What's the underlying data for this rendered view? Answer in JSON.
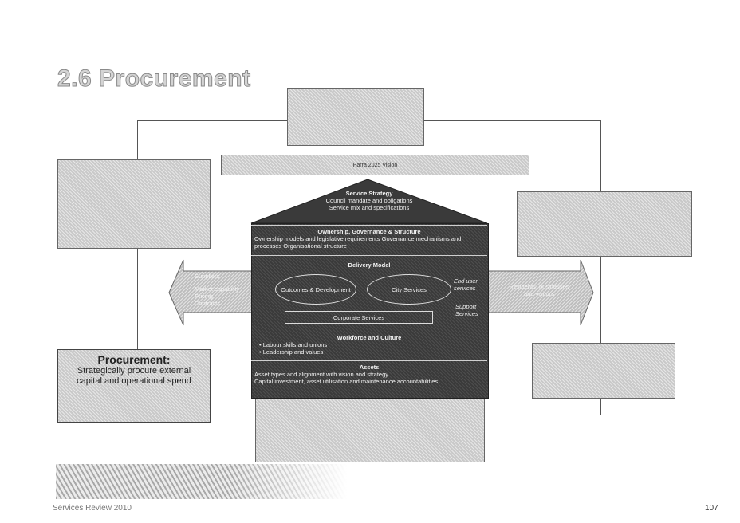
{
  "title": "2.6 Procurement",
  "vision_bar": "Parra 2025 Vision",
  "service_strategy": {
    "heading": "Service Strategy",
    "lines": [
      "Council mandate and obligations",
      "Service mix and specifications"
    ]
  },
  "ownership": {
    "heading": "Ownership, Governance & Structure",
    "text": "Ownership models and legislative requirements Governance mechanisms and processes Organisational structure"
  },
  "delivery": {
    "heading": "Delivery Model",
    "ellipse_left": "Outcomes & Development",
    "ellipse_right": "City Services",
    "end_user": "End user services",
    "support": "Support Services",
    "corporate": "Corporate Services"
  },
  "workforce": {
    "heading": "Workforce and Culture",
    "items": [
      "Labour skills and unions",
      "Leadership and values"
    ]
  },
  "assets": {
    "heading": "Assets",
    "lines": [
      "Asset types and alignment with vision and strategy",
      "Capital investment, asset utilisation and maintenance accountabilities"
    ]
  },
  "left_arrow": {
    "heading": "Suppliers",
    "lines": [
      "Market capability",
      "Pricing",
      "Contracts"
    ]
  },
  "right_arrow": {
    "text": "Residents, businesses and visitors"
  },
  "procurement": {
    "heading": "Procurement:",
    "text": "Strategically procure external capital and operational spend"
  },
  "footer": {
    "left": "Services Review 2010",
    "page": "107"
  }
}
